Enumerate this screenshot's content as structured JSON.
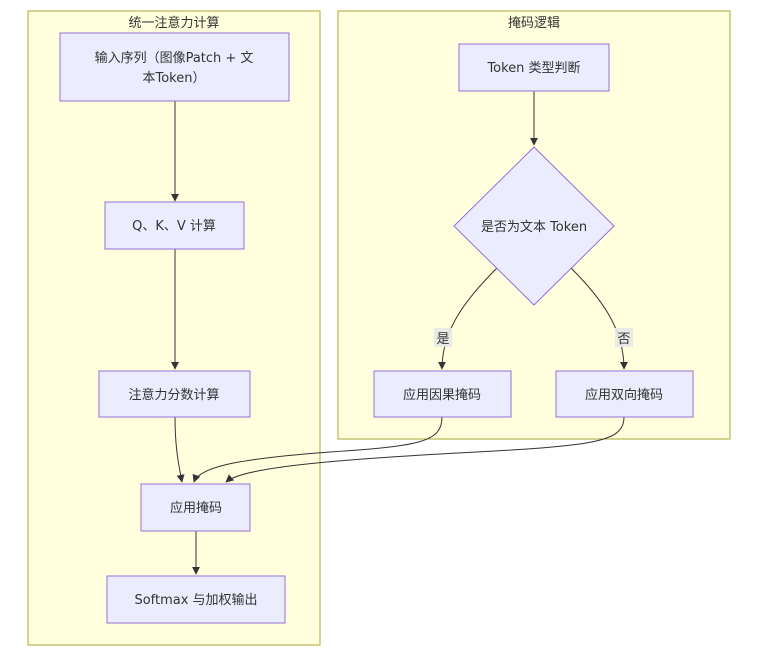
{
  "clusters": {
    "attention": {
      "title": "统一注意力计算"
    },
    "mask_logic": {
      "title": "掩码逻辑"
    }
  },
  "nodes": {
    "input_seq": {
      "line1": "输入序列（图像Patch + 文",
      "line2": "本Token）"
    },
    "qkv": {
      "label": "Q、K、V 计算"
    },
    "scores": {
      "label": "注意力分数计算"
    },
    "apply_mask": {
      "label": "应用掩码"
    },
    "softmax": {
      "label": "Softmax 与加权输出"
    },
    "token_type": {
      "label": "Token 类型判断"
    },
    "is_text": {
      "label": "是否为文本 Token"
    },
    "causal_mask": {
      "label": "应用因果掩码"
    },
    "bidir_mask": {
      "label": "应用双向掩码"
    }
  },
  "edges": {
    "yes_label": "是",
    "no_label": "否"
  },
  "colors": {
    "cluster_fill": "#ffffde",
    "cluster_stroke": "#aaaa33",
    "node_fill": "#ececff",
    "node_stroke": "#9370db",
    "edge": "#333333"
  }
}
